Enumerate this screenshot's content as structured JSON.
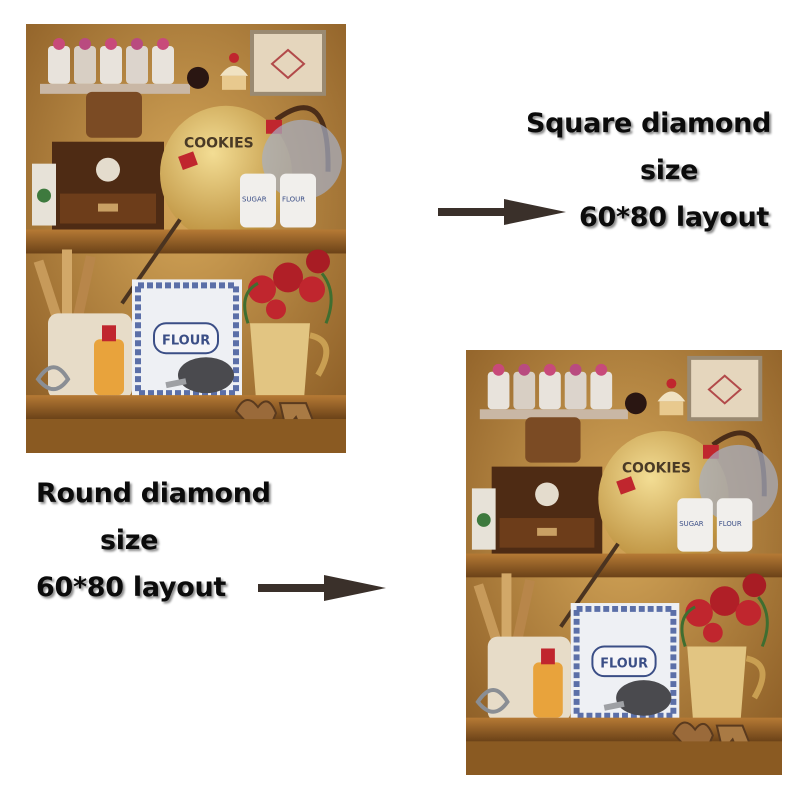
{
  "square_caption": {
    "line1": "Square diamond",
    "line2": "size",
    "line3": "60*80 layout"
  },
  "round_caption": {
    "line1": "Round diamond",
    "line2": "size",
    "line3": "60*80 layout"
  },
  "artwork_labels": {
    "cookies": "COOKIES",
    "flour": "FLOUR",
    "sugar": "SUGAR",
    "flour_shaker": "FLOUR"
  },
  "icons": [
    "arrow-right-icon",
    "arrow-right-icon"
  ],
  "colors": {
    "background": "#ffffff",
    "caption_text": "#0b0b0b",
    "arrow": "#3a302a",
    "shelf_wood": "#8a5a22",
    "wall": "#b8893f",
    "jar_yellow": "#e3c36a",
    "tin_blue": "#5b6fa8",
    "flowers_red": "#c0262e"
  }
}
